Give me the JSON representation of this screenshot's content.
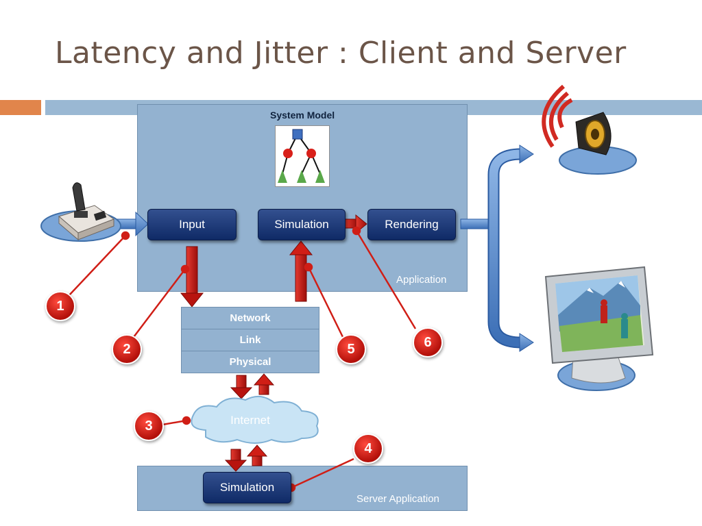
{
  "title": "Latency and Jitter : Client and Server",
  "panels": {
    "application": "Application",
    "server_application": "Server Application",
    "system_model": "System Model"
  },
  "nodes": {
    "input": "Input",
    "simulation": "Simulation",
    "rendering": "Rendering",
    "server_simulation": "Simulation"
  },
  "stack": [
    "Network",
    "Link",
    "Physical"
  ],
  "cloud": "Internet",
  "callouts": [
    "1",
    "2",
    "3",
    "4",
    "5",
    "6"
  ],
  "icons": {
    "joystick": "joystick-icon",
    "speaker": "speaker-icon",
    "monitor": "monitor-icon"
  },
  "colors": {
    "title": "#6b5548",
    "accent_bar": "#e1854b",
    "header_bar": "#9ab8d3",
    "panel": "#93b2d0",
    "node": "#1b3675",
    "arrow_red": "#cc1a1a",
    "callout": "#d41f17"
  }
}
